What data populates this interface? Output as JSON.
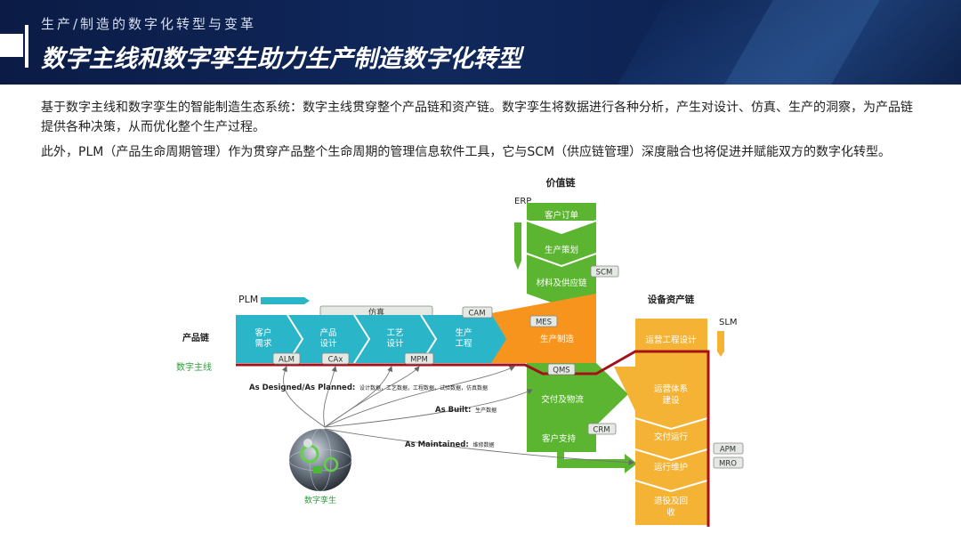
{
  "header": {
    "subtitle": "生产/制造的数字化转型与变革",
    "title": "数字主线和数字孪生助力生产制造数字化转型"
  },
  "paragraphs": [
    "基于数字主线和数字孪生的智能制造生态系统：数字主线贯穿整个产品链和资产链。数字孪生将数据进行各种分析，产生对设计、仿真、生产的洞察，为产品链提供各种决策，从而优化整个生产过程。",
    "此外，PLM（产品生命周期管理）作为贯穿产品整个生命周期的管理信息软件工具，它与SCM（供应链管理）深度融合也将促进并赋能双方的数字化转型。"
  ],
  "diagram": {
    "value_chain_title": "价值链",
    "erp": "ERP",
    "plm": "PLM",
    "slm": "SLM",
    "asset_chain_title": "设备资产链",
    "product_chain_label": "产品链",
    "digital_thread_label": "数字主线",
    "digital_twin_label": "数字孪生",
    "simulation": "仿真",
    "product_stages": [
      {
        "l1": "客户",
        "l2": "需求"
      },
      {
        "l1": "产品",
        "l2": "设计"
      },
      {
        "l1": "工艺",
        "l2": "设计"
      },
      {
        "l1": "生产",
        "l2": "工程"
      }
    ],
    "value_stages": [
      "客户订单",
      "生产策划",
      "材料及供应链"
    ],
    "manufacturing": "生产制造",
    "delivery": "交付及物流",
    "customer_support": "客户支持",
    "asset_stages": {
      "ops_design": "运营工程设计",
      "ops_system_l1": "运营体系",
      "ops_system_l2": "建设",
      "delivery_run": "交付运行",
      "run_maint": "运行维护",
      "retire_l1": "退役及回",
      "retire_l2": "收"
    },
    "tags": {
      "cam": "CAM",
      "alm": "ALM",
      "cax": "CAx",
      "mpm": "MPM",
      "mes": "MES",
      "qms": "QMS",
      "scm": "SCM",
      "crm": "CRM",
      "apm": "APM",
      "mro": "MRO"
    },
    "annotations": {
      "designed_bold": "As Designed/As Planned:",
      "designed_detail": "设计数据，工艺数据，工程数据，试验数据，仿真数据",
      "built_bold": "As Built:",
      "built_detail": "生产数据",
      "maintained_bold": "As Maintained:",
      "maintained_detail": "维修数据"
    },
    "colors": {
      "teal": "#2bb5c8",
      "green": "#5cb531",
      "orange": "#f7941d",
      "light_orange": "#f5b335",
      "thread_red": "#a3121b",
      "tag_bg": "#e4e9e4"
    }
  }
}
